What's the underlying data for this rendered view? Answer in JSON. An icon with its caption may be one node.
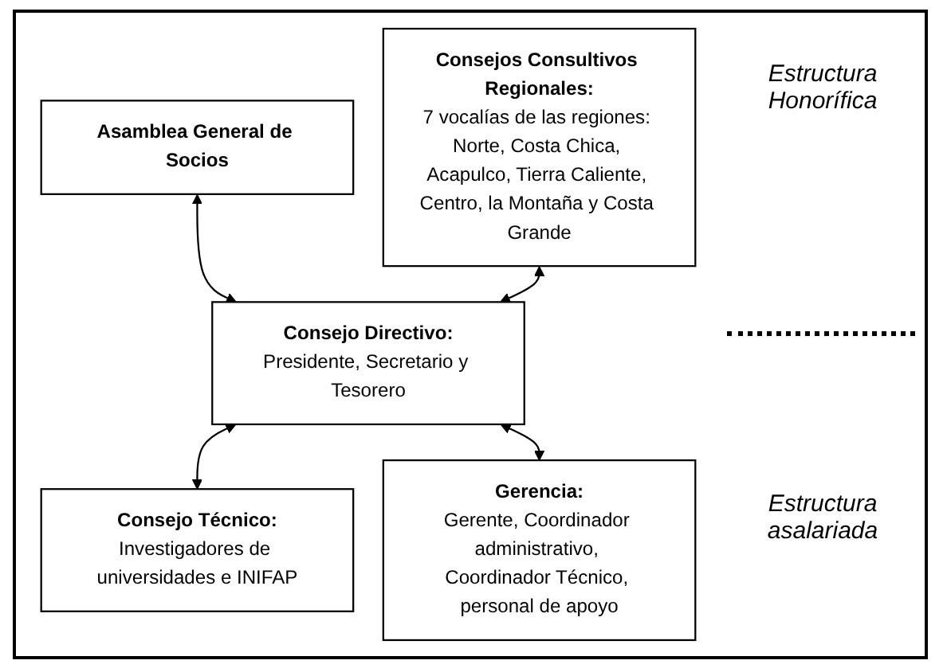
{
  "diagram": {
    "nodes": [
      {
        "text": [
          "Asamblea General de Socios"
        ]
      },
      {
        "text": [
          "Consejos Consultivos Regionales:",
          "7 vocalías de las regiones: Norte, Costa Chica, Acapulco, Tierra Caliente, Centro, la Montaña y Costa Grande"
        ]
      },
      {
        "text": [
          "Consejo Directivo:",
          "Presidente, Secretario y Tesorero"
        ]
      },
      {
        "text": [
          "Consejo Técnico:",
          "Investigadores de universidades e INIFAP"
        ]
      },
      {
        "text": [
          "Gerencia:",
          "Gerente, Coordinador administrativo, Coordinador Técnico, personal de apoyo"
        ]
      }
    ],
    "edges": [
      {
        "from": 0,
        "to": 2,
        "arrow": "both"
      },
      {
        "from": 1,
        "to": 2,
        "arrow": "both"
      },
      {
        "from": 2,
        "to": 3,
        "arrow": "both"
      },
      {
        "from": 2,
        "to": 4,
        "arrow": "both"
      }
    ],
    "labels": [
      "Estructura Honorífica",
      "Estructura asalariada"
    ]
  }
}
